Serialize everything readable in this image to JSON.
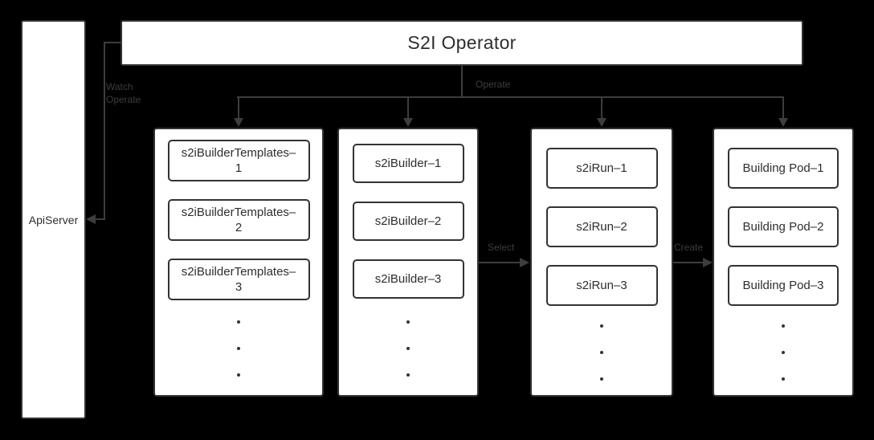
{
  "colors": {
    "bg": "#000000",
    "fill": "#ffffff",
    "border": "#333333",
    "line": "#3d3d3d",
    "text": "#2e2e2e"
  },
  "operator": {
    "label": "S2I Operator"
  },
  "api_server": {
    "label": "ApiServer"
  },
  "edges": {
    "watch_operate": "Watch\nOperate",
    "operate": "Operate",
    "select": "Select",
    "create": "Create"
  },
  "columns": [
    {
      "name": "s2iBuilderTemplates",
      "ellipsis_dots": 3,
      "items": [
        "s2iBuilderTemplates–\n1",
        "s2iBuilderTemplates–\n2",
        "s2iBuilderTemplates–\n3"
      ]
    },
    {
      "name": "s2iBuilder",
      "ellipsis_dots": 3,
      "items": [
        "s2iBuilder–1",
        "s2iBuilder–2",
        "s2iBuilder–3"
      ]
    },
    {
      "name": "s2iRun",
      "ellipsis_dots": 3,
      "items": [
        "s2iRun–1",
        "s2iRun–2",
        "s2iRun–3"
      ]
    },
    {
      "name": "Building Pod",
      "ellipsis_dots": 3,
      "items": [
        "Building Pod–1",
        "Building Pod–2",
        "Building Pod–3"
      ]
    }
  ]
}
